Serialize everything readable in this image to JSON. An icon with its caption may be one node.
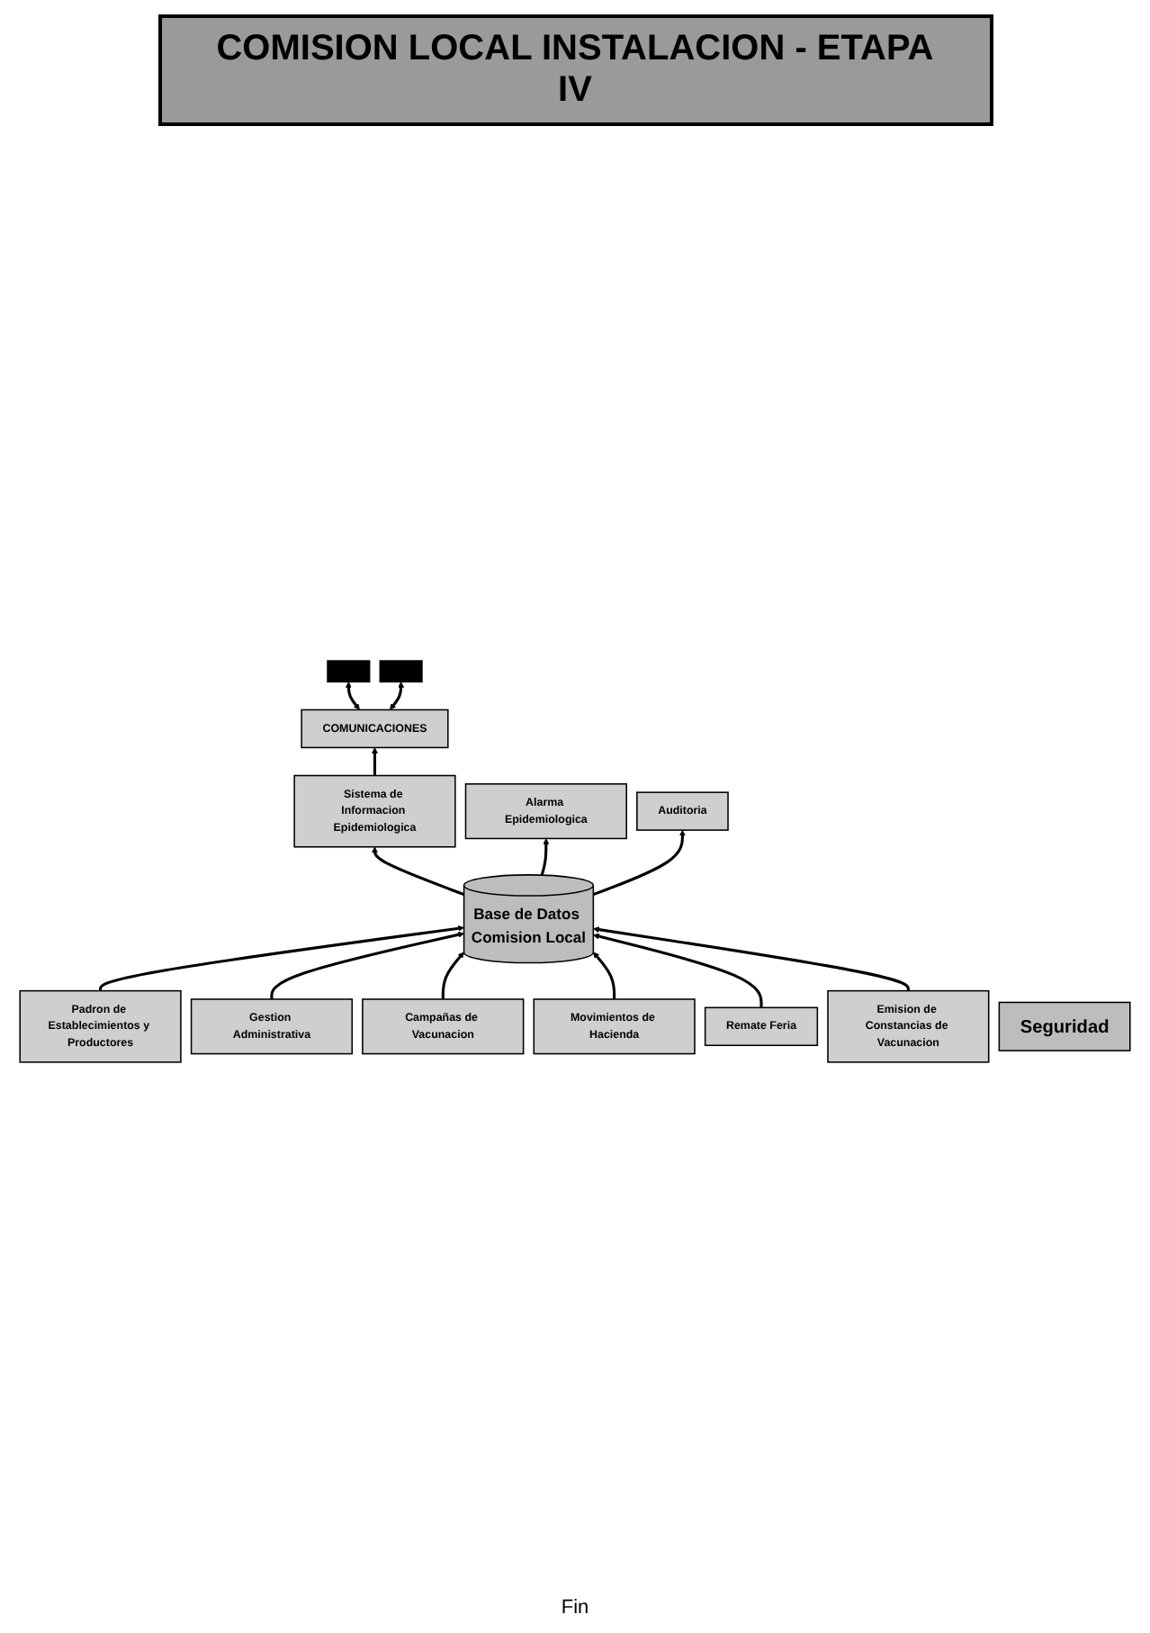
{
  "diagram": {
    "title": "COMISION LOCAL INSTALACION - ETAPA IV",
    "nodes": [
      {
        "text": [
          "COMUNICACIONES"
        ]
      },
      {
        "text": [
          "Sistema de Informacion Epidemiologica"
        ]
      },
      {
        "text": [
          "Base de Datos Comision Local"
        ]
      },
      {
        "text": [],
        "shape": "bar"
      },
      {
        "text": [],
        "shape": "bar"
      },
      {
        "text": [
          "Padron de Establecimientos y Productores"
        ]
      },
      {
        "text": [
          "Gestion Administrativa"
        ]
      },
      {
        "text": [
          "Alarma Epidemiologica"
        ]
      },
      {
        "text": [
          "Auditoria"
        ]
      },
      {
        "text": [
          "Campañas de Vacunacion"
        ]
      },
      {
        "text": [
          "Movimientos de Hacienda"
        ]
      },
      {
        "text": [
          "Remate Feria"
        ]
      },
      {
        "text": [
          "Emision de Constancias de Vacunacion"
        ]
      },
      {
        "text": [
          "Seguridad"
        ]
      }
    ],
    "edges": [
      {
        "from": 1,
        "to": 0,
        "arrow": "to"
      },
      {
        "from": 2,
        "to": 1,
        "arrow": "to"
      },
      {
        "from": 0,
        "to": 3,
        "arrow": "both"
      },
      {
        "from": 0,
        "to": 4,
        "arrow": "both"
      },
      {
        "from": 5,
        "to": 2,
        "arrow": "to"
      },
      {
        "from": 6,
        "to": 2,
        "arrow": "to"
      },
      {
        "from": 2,
        "to": 7,
        "arrow": "to"
      },
      {
        "from": 2,
        "to": 8,
        "arrow": "to"
      },
      {
        "from": 9,
        "to": 2,
        "arrow": "to"
      },
      {
        "from": 10,
        "to": 2,
        "arrow": "to"
      },
      {
        "from": 11,
        "to": 2,
        "arrow": "to"
      },
      {
        "from": 12,
        "to": 2,
        "arrow": "to"
      }
    ],
    "labels": [
      "Fin"
    ]
  }
}
